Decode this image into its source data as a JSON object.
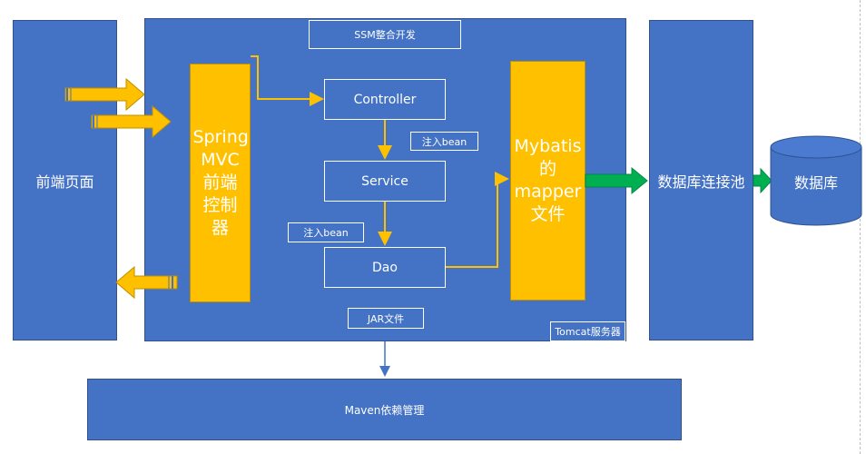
{
  "left_panel": {
    "label": "前端页面"
  },
  "main_panel": {
    "title": "SSM整合开发",
    "jar_label": "JAR文件",
    "tomcat_label": "Tomcat服务器"
  },
  "spring_mvc": {
    "label": "Spring MVC 前端 控制 器"
  },
  "layers": {
    "controller": "Controller",
    "service": "Service",
    "dao": "Dao",
    "inject_label_1": "注入bean",
    "inject_label_2": "注入bean"
  },
  "mybatis": {
    "label": "Mybatis 的 mapper 文件"
  },
  "connection_pool": {
    "label": "数据库连接池"
  },
  "database": {
    "label": "数据库"
  },
  "maven": {
    "label": "Maven依赖管理"
  },
  "colors": {
    "blue": "#4472c4",
    "gold": "#ffc000",
    "green": "#00b050"
  }
}
